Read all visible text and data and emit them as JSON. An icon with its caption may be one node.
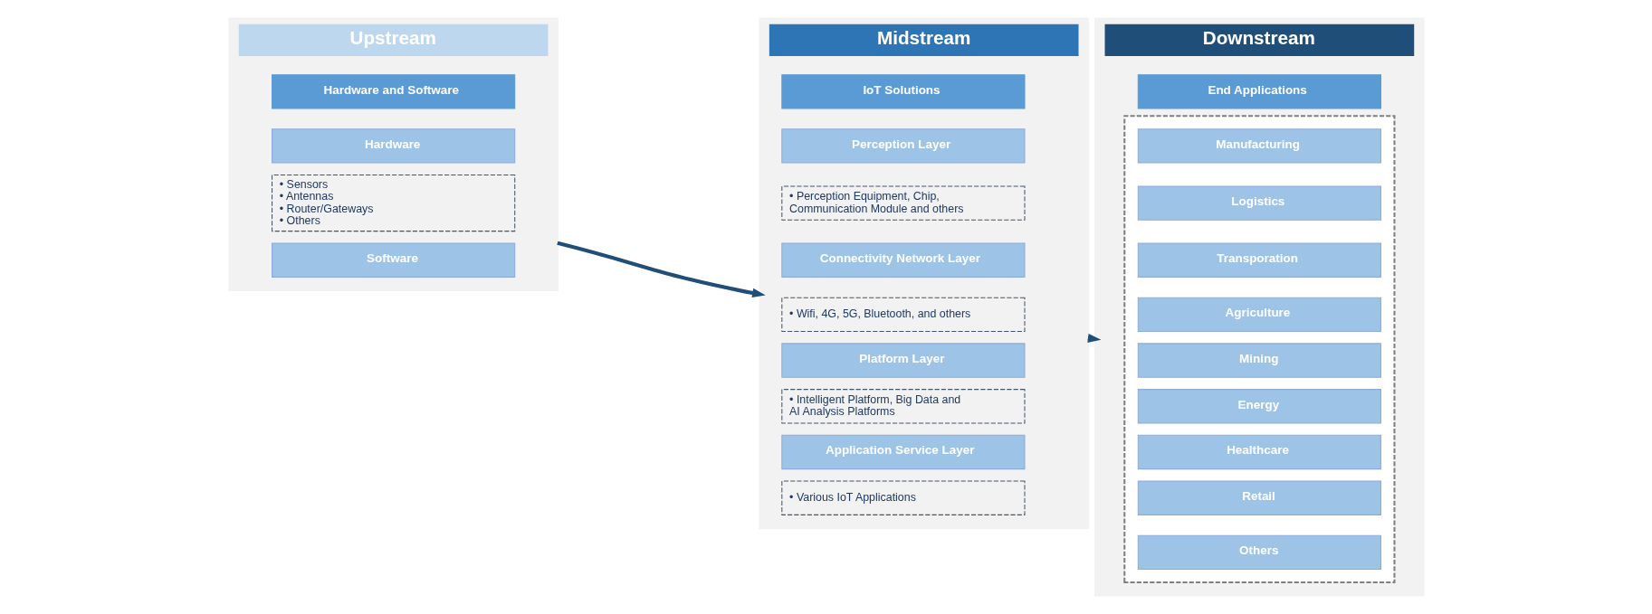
{
  "diagram": {
    "nodes": [
      {
        "text": [
          "Upstream"
        ]
      },
      {
        "text": [
          "Hardware and Software"
        ],
        "in": 0
      },
      {
        "text": [
          "Hardware"
        ],
        "in": 0
      },
      {
        "text": [
          "• Sensors",
          "• Antennas",
          "• Router/Gateways",
          "• Others"
        ],
        "in": 0
      },
      {
        "text": [
          "Software"
        ],
        "in": 0
      },
      {
        "text": [
          "Midstream"
        ]
      },
      {
        "text": [
          "IoT Solutions"
        ],
        "in": 5
      },
      {
        "text": [
          "Perception Layer"
        ],
        "in": 5
      },
      {
        "text": [
          "• Perception Equipment, Chip, Communication Module and others"
        ],
        "in": 5
      },
      {
        "text": [
          "Connectivity Network Layer"
        ],
        "in": 5
      },
      {
        "text": [
          "• Wifi, 4G, 5G, Bluetooth, and others"
        ],
        "in": 5
      },
      {
        "text": [
          "Platform Layer"
        ],
        "in": 5
      },
      {
        "text": [
          "• Intelligent Platform, Big Data and AI Analysis Platforms"
        ],
        "in": 5
      },
      {
        "text": [
          "Application Service Layer"
        ],
        "in": 5
      },
      {
        "text": [
          "• Various IoT Applications"
        ],
        "in": 5
      },
      {
        "text": [
          "Downstream"
        ]
      },
      {
        "text": [
          "End Applications"
        ],
        "in": 15
      },
      {
        "text": [],
        "shape": "box",
        "in": 15
      },
      {
        "text": [
          "Manufacturing"
        ],
        "in": 17
      },
      {
        "text": [
          "Logistics"
        ],
        "in": 17
      },
      {
        "text": [
          "Transporation"
        ],
        "in": 17
      },
      {
        "text": [
          "Agriculture"
        ],
        "in": 17
      },
      {
        "text": [
          "Mining"
        ],
        "in": 17
      },
      {
        "text": [
          "Energy"
        ],
        "in": 17
      },
      {
        "text": [
          "Healthcare"
        ],
        "in": 17
      },
      {
        "text": [
          "Retail"
        ],
        "in": 17
      },
      {
        "text": [
          "Others"
        ],
        "in": 17
      }
    ],
    "edges": [
      {
        "from": 0,
        "to": 5,
        "arrow": "to"
      },
      {
        "from": 5,
        "to": 15,
        "arrow": "to"
      }
    ]
  }
}
